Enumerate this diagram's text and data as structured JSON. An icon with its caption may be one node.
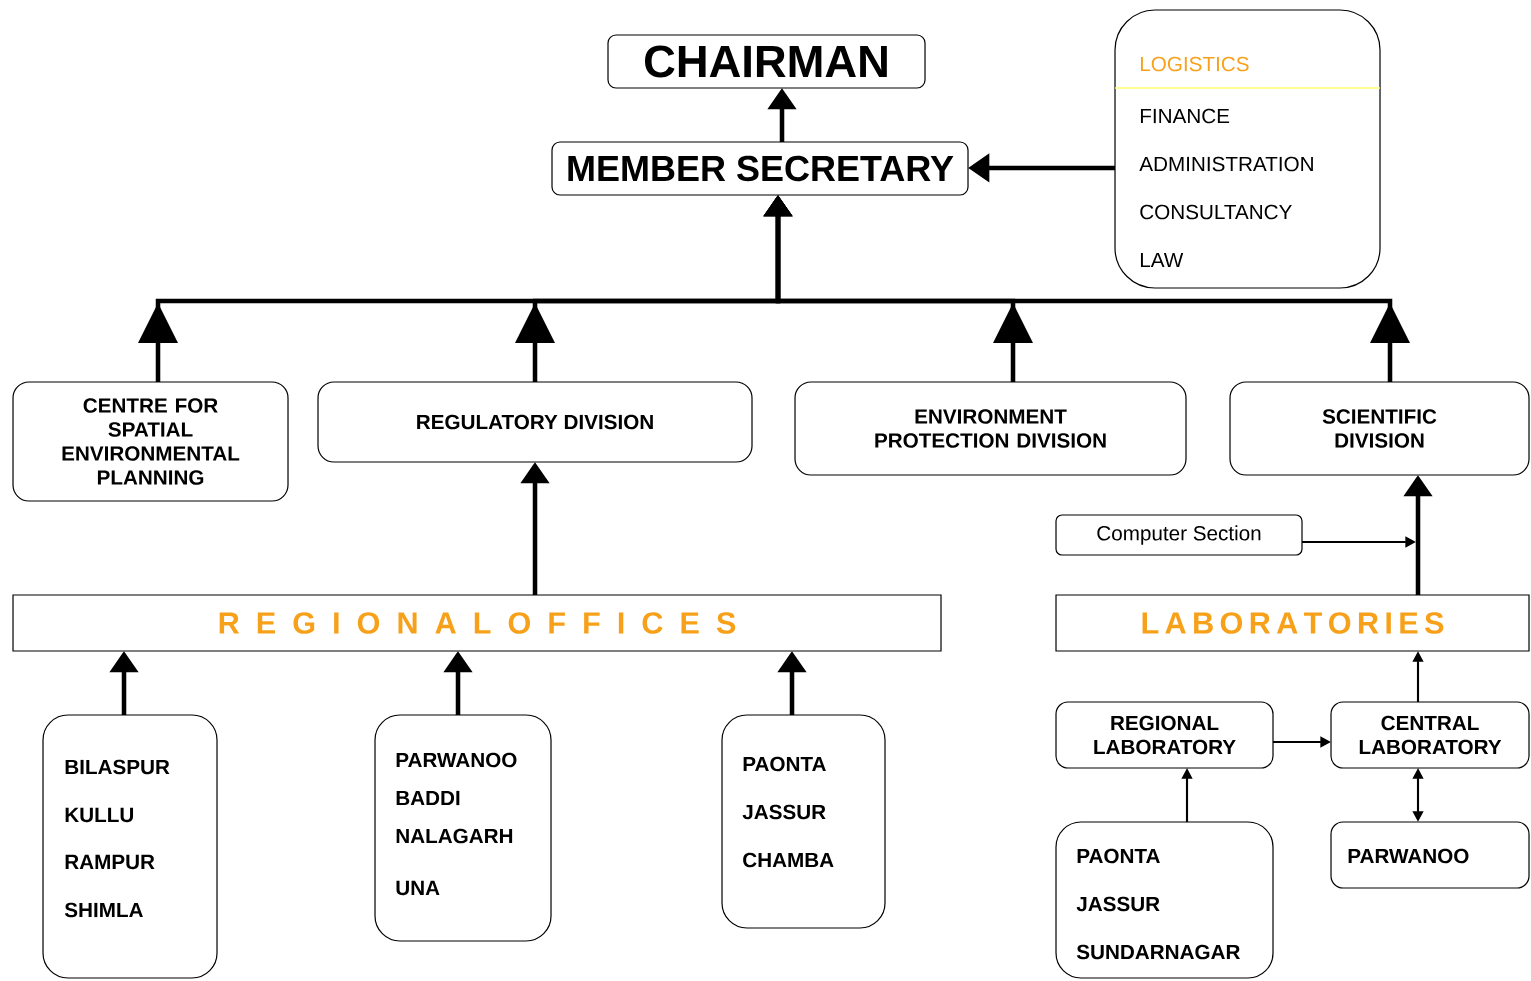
{
  "diagram": {
    "nodes": [
      {
        "text": [
          "CHAIRMAN"
        ]
      },
      {
        "text": [
          "MEMBER SECRETARY"
        ]
      },
      {
        "text": [
          "LOGISTICS",
          "FINANCE",
          "ADMINISTRATION",
          "CONSULTANCY",
          "LAW"
        ]
      },
      {
        "text": [
          "CENTRE FOR SPATIAL ENVIRONMENTAL PLANNING"
        ]
      },
      {
        "text": [
          "REGULATORY DIVISION"
        ]
      },
      {
        "text": [
          "ENVIRONMENT PROTECTION DIVISION"
        ]
      },
      {
        "text": [
          "SCIENTIFIC DIVISION"
        ]
      },
      {
        "text": [
          "Computer Section"
        ]
      },
      {
        "text": [
          "R E G I O N A L O F F I C E S"
        ]
      },
      {
        "text": [
          "L A B O R A T O R I E S"
        ]
      },
      {
        "text": [
          "BILASPUR",
          "KULLU",
          "RAMPUR",
          "SHIMLA"
        ]
      },
      {
        "text": [
          "PARWANOO",
          "BADDI",
          "NALAGARH",
          "UNA"
        ]
      },
      {
        "text": [
          "PAONTA",
          "JASSUR",
          "CHAMBA"
        ]
      },
      {
        "text": [
          "REGIONAL LABORATORY"
        ]
      },
      {
        "text": [
          "CENTRAL LABORATORY"
        ]
      },
      {
        "text": [
          "PAONTA",
          "JASSUR",
          "SUNDARNAGAR"
        ]
      },
      {
        "text": [
          "PARWANOO"
        ]
      }
    ],
    "edges": [
      {
        "from": 1,
        "to": 0,
        "arrow": "to"
      },
      {
        "from": 2,
        "to": 1,
        "arrow": "to"
      },
      {
        "from": 3,
        "to": 1,
        "arrow": "to"
      },
      {
        "from": 4,
        "to": 1,
        "arrow": "to"
      },
      {
        "from": 5,
        "to": 1,
        "arrow": "to"
      },
      {
        "from": 6,
        "to": 1,
        "arrow": "to"
      },
      {
        "from": 8,
        "to": 4,
        "arrow": "to"
      },
      {
        "from": 9,
        "to": 6,
        "arrow": "to"
      },
      {
        "from": 7,
        "to": null,
        "arrow": "to"
      },
      {
        "from": 10,
        "to": 8,
        "arrow": "to"
      },
      {
        "from": 11,
        "to": 8,
        "arrow": "to"
      },
      {
        "from": 12,
        "to": 8,
        "arrow": "to"
      },
      {
        "from": 14,
        "to": 9,
        "arrow": "to"
      },
      {
        "from": 13,
        "to": 14,
        "arrow": "to"
      },
      {
        "from": 15,
        "to": 13,
        "arrow": "to"
      },
      {
        "from": 14,
        "to": 16,
        "arrow": "both"
      }
    ]
  }
}
